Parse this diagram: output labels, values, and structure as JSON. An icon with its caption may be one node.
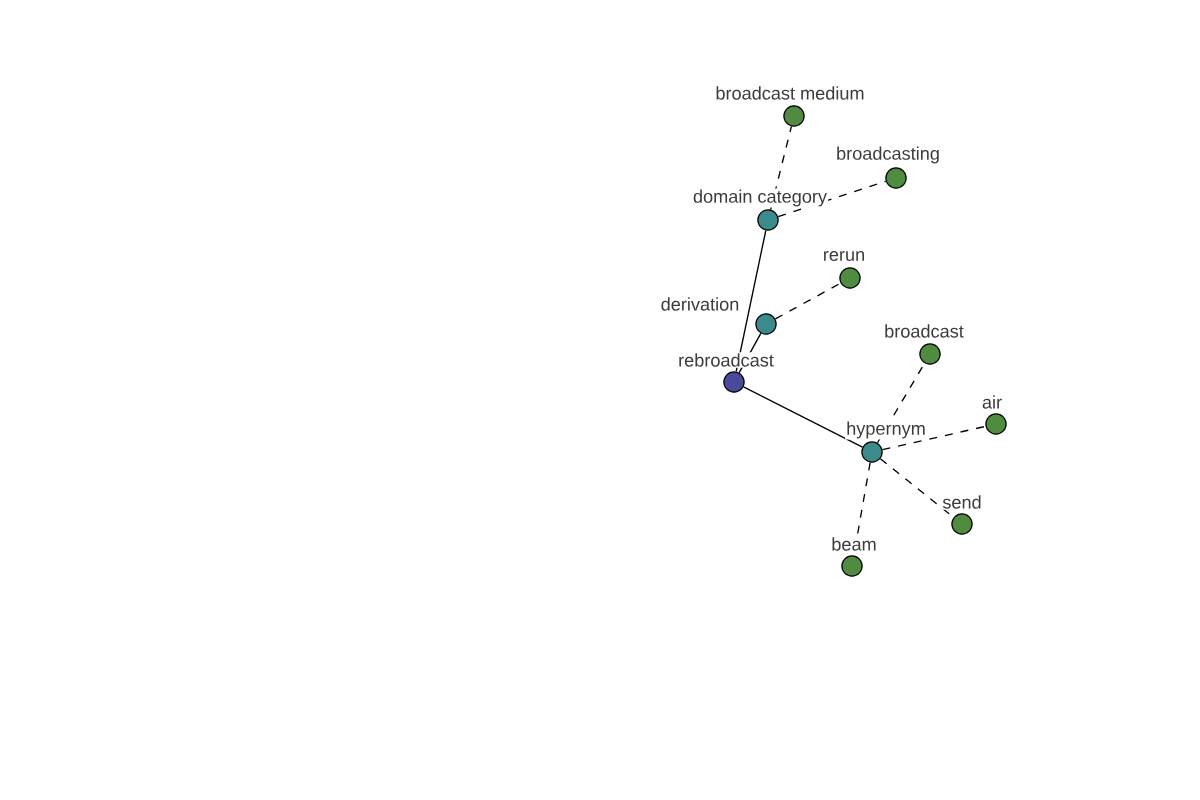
{
  "diagram": {
    "nodes": [
      {
        "text": [
          "broadcast medium"
        ]
      },
      {
        "text": [
          "broadcasting"
        ]
      },
      {
        "text": [
          "domain category"
        ]
      },
      {
        "text": [
          "rerun"
        ]
      },
      {
        "text": [
          "derivation"
        ]
      },
      {
        "text": [
          "broadcast"
        ]
      },
      {
        "text": [
          "rebroadcast"
        ]
      },
      {
        "text": [
          "air"
        ]
      },
      {
        "text": [
          "hypernym"
        ]
      },
      {
        "text": [
          "send"
        ]
      },
      {
        "text": [
          "beam"
        ]
      }
    ],
    "edges": [
      {
        "from": 6,
        "to": 2,
        "arrow": "none"
      },
      {
        "from": 6,
        "to": 4,
        "arrow": "none"
      },
      {
        "from": 6,
        "to": 8,
        "arrow": "none"
      },
      {
        "from": 2,
        "to": 0,
        "arrow": "none",
        "style": "dashed"
      },
      {
        "from": 2,
        "to": 1,
        "arrow": "none",
        "style": "dashed"
      },
      {
        "from": 4,
        "to": 3,
        "arrow": "none",
        "style": "dashed"
      },
      {
        "from": 8,
        "to": 5,
        "arrow": "none",
        "style": "dashed"
      },
      {
        "from": 8,
        "to": 7,
        "arrow": "none",
        "style": "dashed"
      },
      {
        "from": 8,
        "to": 9,
        "arrow": "none",
        "style": "dashed"
      },
      {
        "from": 8,
        "to": 10,
        "arrow": "none",
        "style": "dashed"
      }
    ]
  }
}
